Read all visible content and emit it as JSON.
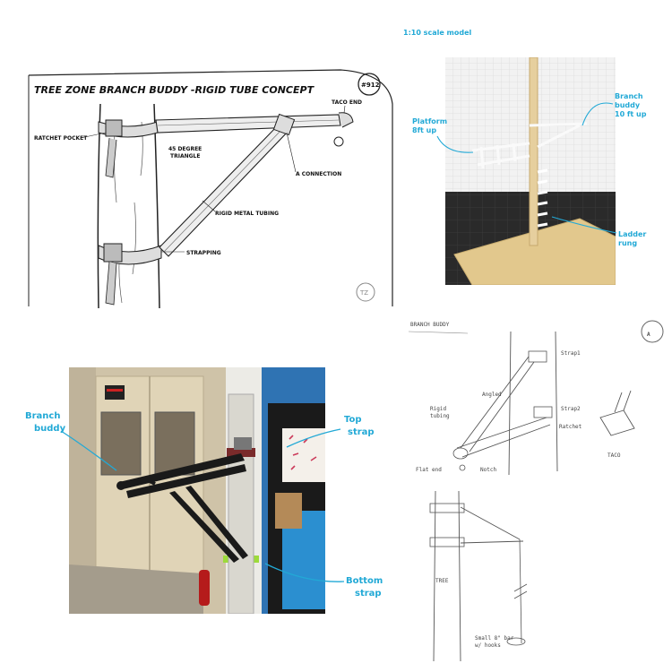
{
  "scale_note": "1:10 scale model",
  "concept": {
    "title": "TREE ZONE BRANCH BUDDY -RIGID TUBE CONCEPT",
    "sheet_no": "#912",
    "labels": {
      "taco_end": "TACO END",
      "ratchet_pocket": "RATCHET POCKET",
      "triangle": "45 DEGREE TRIANGLE",
      "connection": "A CONNECTION",
      "tubing": "RIGID METAL TUBING",
      "strapping": "STRAPPING"
    }
  },
  "model": {
    "platform_label": "Platform 8ft up",
    "buddy_label": "Branch buddy 10 ft up",
    "ladder_label": "Ladder rung"
  },
  "photo": {
    "buddy_label": "Branch buddy",
    "top_label": "Top strap",
    "bottom_label": "Bottom strap"
  },
  "sketch": {
    "title": "BRANCH BUDDY",
    "badge": "A",
    "taco": "TACO"
  },
  "colors": {
    "annotation": "#22a9d6",
    "wood": "#e2c88d",
    "steel": "#222222"
  }
}
